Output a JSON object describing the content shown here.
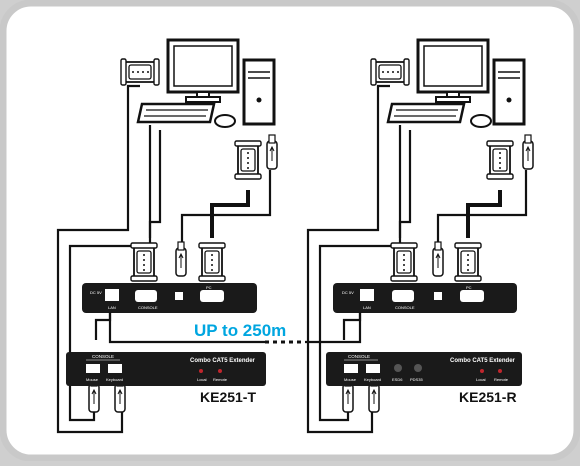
{
  "distance_label": "UP to 250m",
  "transmitter": {
    "name": "KE251-T",
    "front_title": "Combo CAT5 Extender",
    "front_section": "CONSOLE",
    "front_labels": [
      "Mouse",
      "Keyboard",
      "Local",
      "Remote"
    ],
    "rear_labels": [
      "DC 5V",
      "LAN",
      "CONSOLE",
      "PC"
    ]
  },
  "receiver": {
    "name": "KE251-R",
    "front_title": "Combo CAT5 Extender",
    "front_section": "CONSOLE",
    "front_labels": [
      "Mouse",
      "Keyboard",
      "ESD6",
      "PDS35",
      "Local",
      "Remote"
    ],
    "rear_labels": [
      "DC 5V",
      "LAN",
      "CONSOLE",
      "PC"
    ]
  },
  "colors": {
    "frame": "#c9c9c9",
    "panel": "#ffffff",
    "device": "#1a1a1a",
    "cable": "#111111",
    "accent": "#00a6e0",
    "text_dark": "#111111"
  }
}
